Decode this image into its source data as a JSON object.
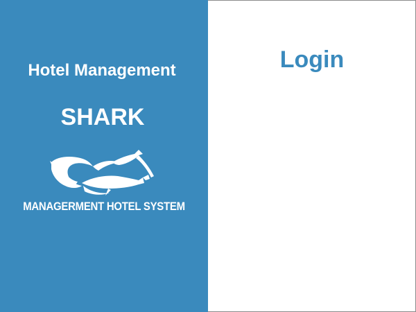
{
  "branding": {
    "app_title": "Hotel Management",
    "brand_name": "SHARK",
    "logo_icon": "shark-logo-icon",
    "logo_caption": "MANAGERMENT HOTEL SYSTEM"
  },
  "login": {
    "title": "Login"
  },
  "colors": {
    "brand_blue": "#3a8abd",
    "panel_white": "#ffffff",
    "text_white": "#ffffff"
  }
}
